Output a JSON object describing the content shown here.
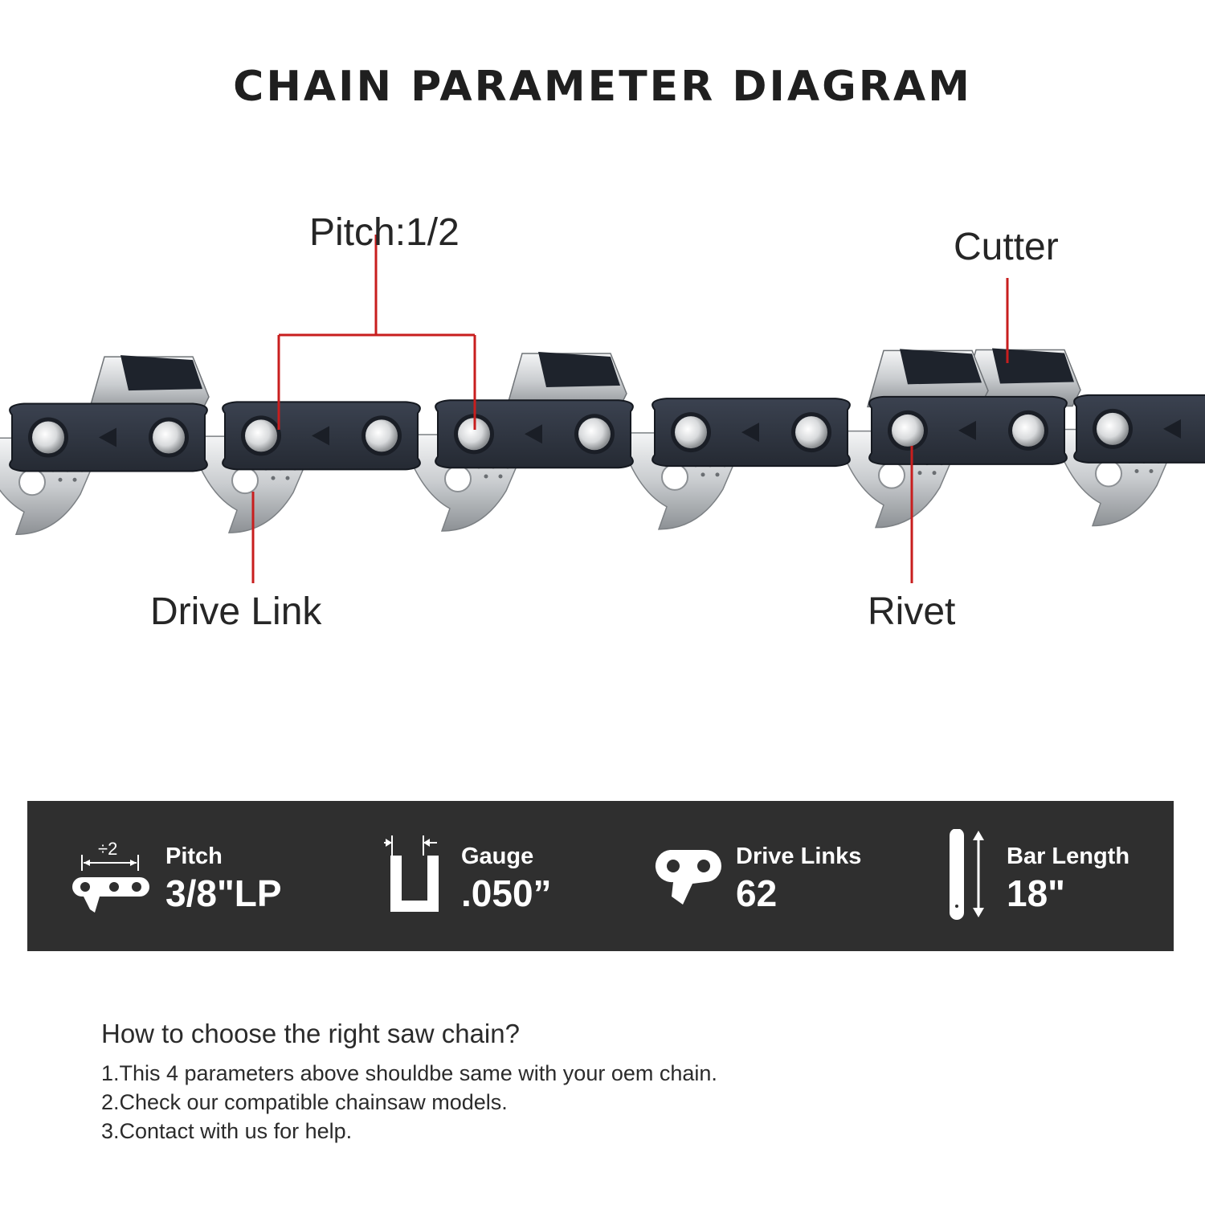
{
  "title": "CHAIN PARAMETER DIAGRAM",
  "callouts": {
    "pitch": "Pitch:1/2",
    "cutter": "Cutter",
    "drive_link": "Drive Link",
    "rivet": "Rivet"
  },
  "specs": [
    {
      "label": "Pitch",
      "value": "3/8\"LP",
      "icon": "pitch-icon",
      "icon_text": "÷2"
    },
    {
      "label": "Gauge",
      "value": ".050”",
      "icon": "gauge-icon"
    },
    {
      "label": "Drive Links",
      "value": "62",
      "icon": "drive-link-icon"
    },
    {
      "label": "Bar Length",
      "value": "18\"",
      "icon": "bar-length-icon"
    }
  ],
  "howto": {
    "heading": "How to choose the right saw chain?",
    "steps": [
      "1.This 4 parameters above shouldbe same with your oem chain.",
      "2.Check our compatible chainsaw models.",
      "3.Contact with us for help."
    ]
  },
  "colors": {
    "link_dark": "#2e3440",
    "steel": "#d6d8da",
    "callout_line": "#c81e1e",
    "spec_bar": "#2f2f2f"
  }
}
